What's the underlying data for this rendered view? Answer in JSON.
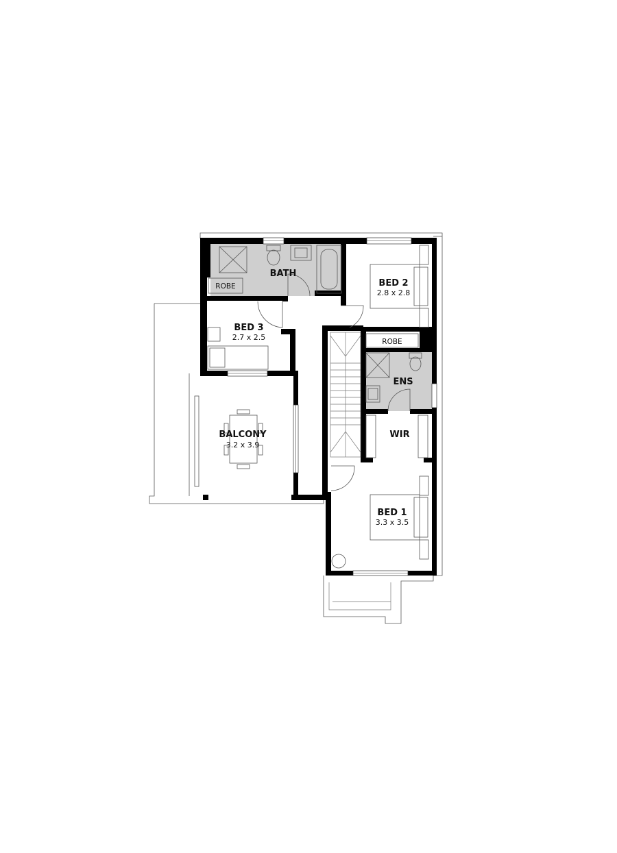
{
  "rooms": {
    "bath": {
      "name": "BATH"
    },
    "bed2": {
      "name": "BED 2",
      "size": "2.8 x 2.8"
    },
    "bed3": {
      "name": "BED 3",
      "size": "2.7 x 2.5"
    },
    "ens": {
      "name": "ENS"
    },
    "wir": {
      "name": "WIR"
    },
    "balcony": {
      "name": "BALCONY",
      "size": "3.2 x 3.9"
    },
    "bed1": {
      "name": "BED 1",
      "size": "3.3 x 3.5"
    }
  },
  "robes": {
    "bed3_robe": "ROBE",
    "bed2_robe": "ROBE"
  },
  "colors": {
    "wall": "#000000",
    "wet_area": "#cfcfcf",
    "line": "#555555"
  }
}
